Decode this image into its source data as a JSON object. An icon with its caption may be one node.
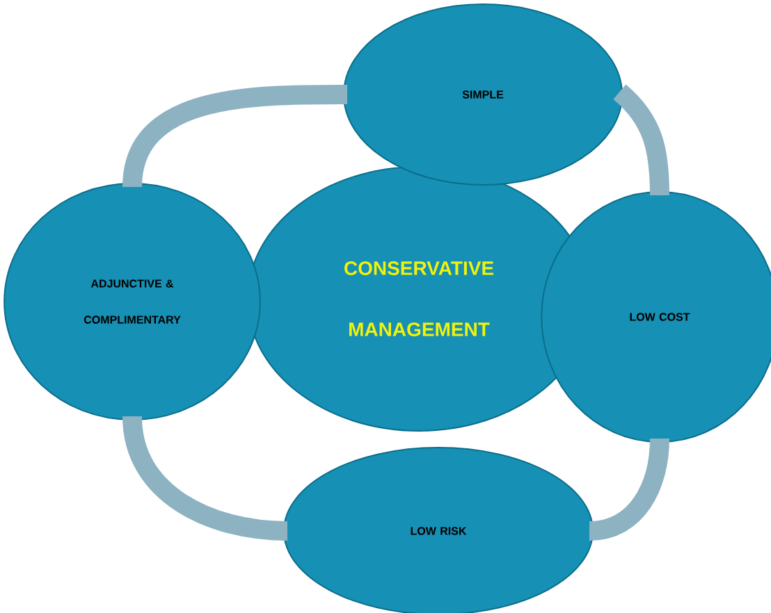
{
  "diagram": {
    "nodes": [
      {
        "text": [
          "CONSERVATIVE MANAGEMENT"
        ]
      },
      {
        "text": [
          "SIMPLE"
        ]
      },
      {
        "text": [
          "LOW COST"
        ]
      },
      {
        "text": [
          "LOW RISK"
        ]
      },
      {
        "text": [
          "ADJUNCTIVE & COMPLIMENTARY"
        ]
      }
    ],
    "edges": [
      {
        "from": 1,
        "to": 2,
        "arrow": "none"
      },
      {
        "from": 2,
        "to": 3,
        "arrow": "none"
      },
      {
        "from": 3,
        "to": 4,
        "arrow": "none"
      },
      {
        "from": 4,
        "to": 1,
        "arrow": "none"
      }
    ]
  }
}
